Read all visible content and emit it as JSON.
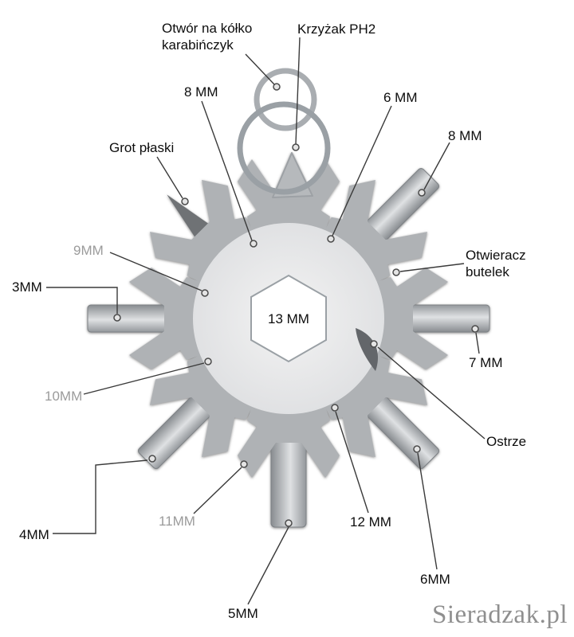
{
  "center": {
    "size": "13 MM"
  },
  "labels": {
    "carabiner_hole": "Otwór na kółko karabińczyk",
    "phillips_ph2": "Krzyżak PH2",
    "size_8mm_top": "8 MM",
    "size_6mm_top": "6 MM",
    "size_8mm_right": "8 MM",
    "flat_tip": "Grot płaski",
    "size_9mm": "9MM",
    "size_3mm": "3MM",
    "bottle_opener": "Otwieracz butelek",
    "size_7mm": "7 MM",
    "size_10mm": "10MM",
    "blade": "Ostrze",
    "size_4mm": "4MM",
    "size_11mm": "11MM",
    "size_12mm": "12 MM",
    "size_6mm_bottom": "6MM",
    "size_5mm": "5MM"
  },
  "watermark": "Sieradzak.pl",
  "colors": {
    "label_text": "#0d0d0d",
    "muted_label": "#9b9b9b",
    "callout_line": "#3a3a3a",
    "steel_light": "#f3f3f3",
    "steel_dark": "#afb2b5",
    "watermark": "#8f8f8f"
  }
}
